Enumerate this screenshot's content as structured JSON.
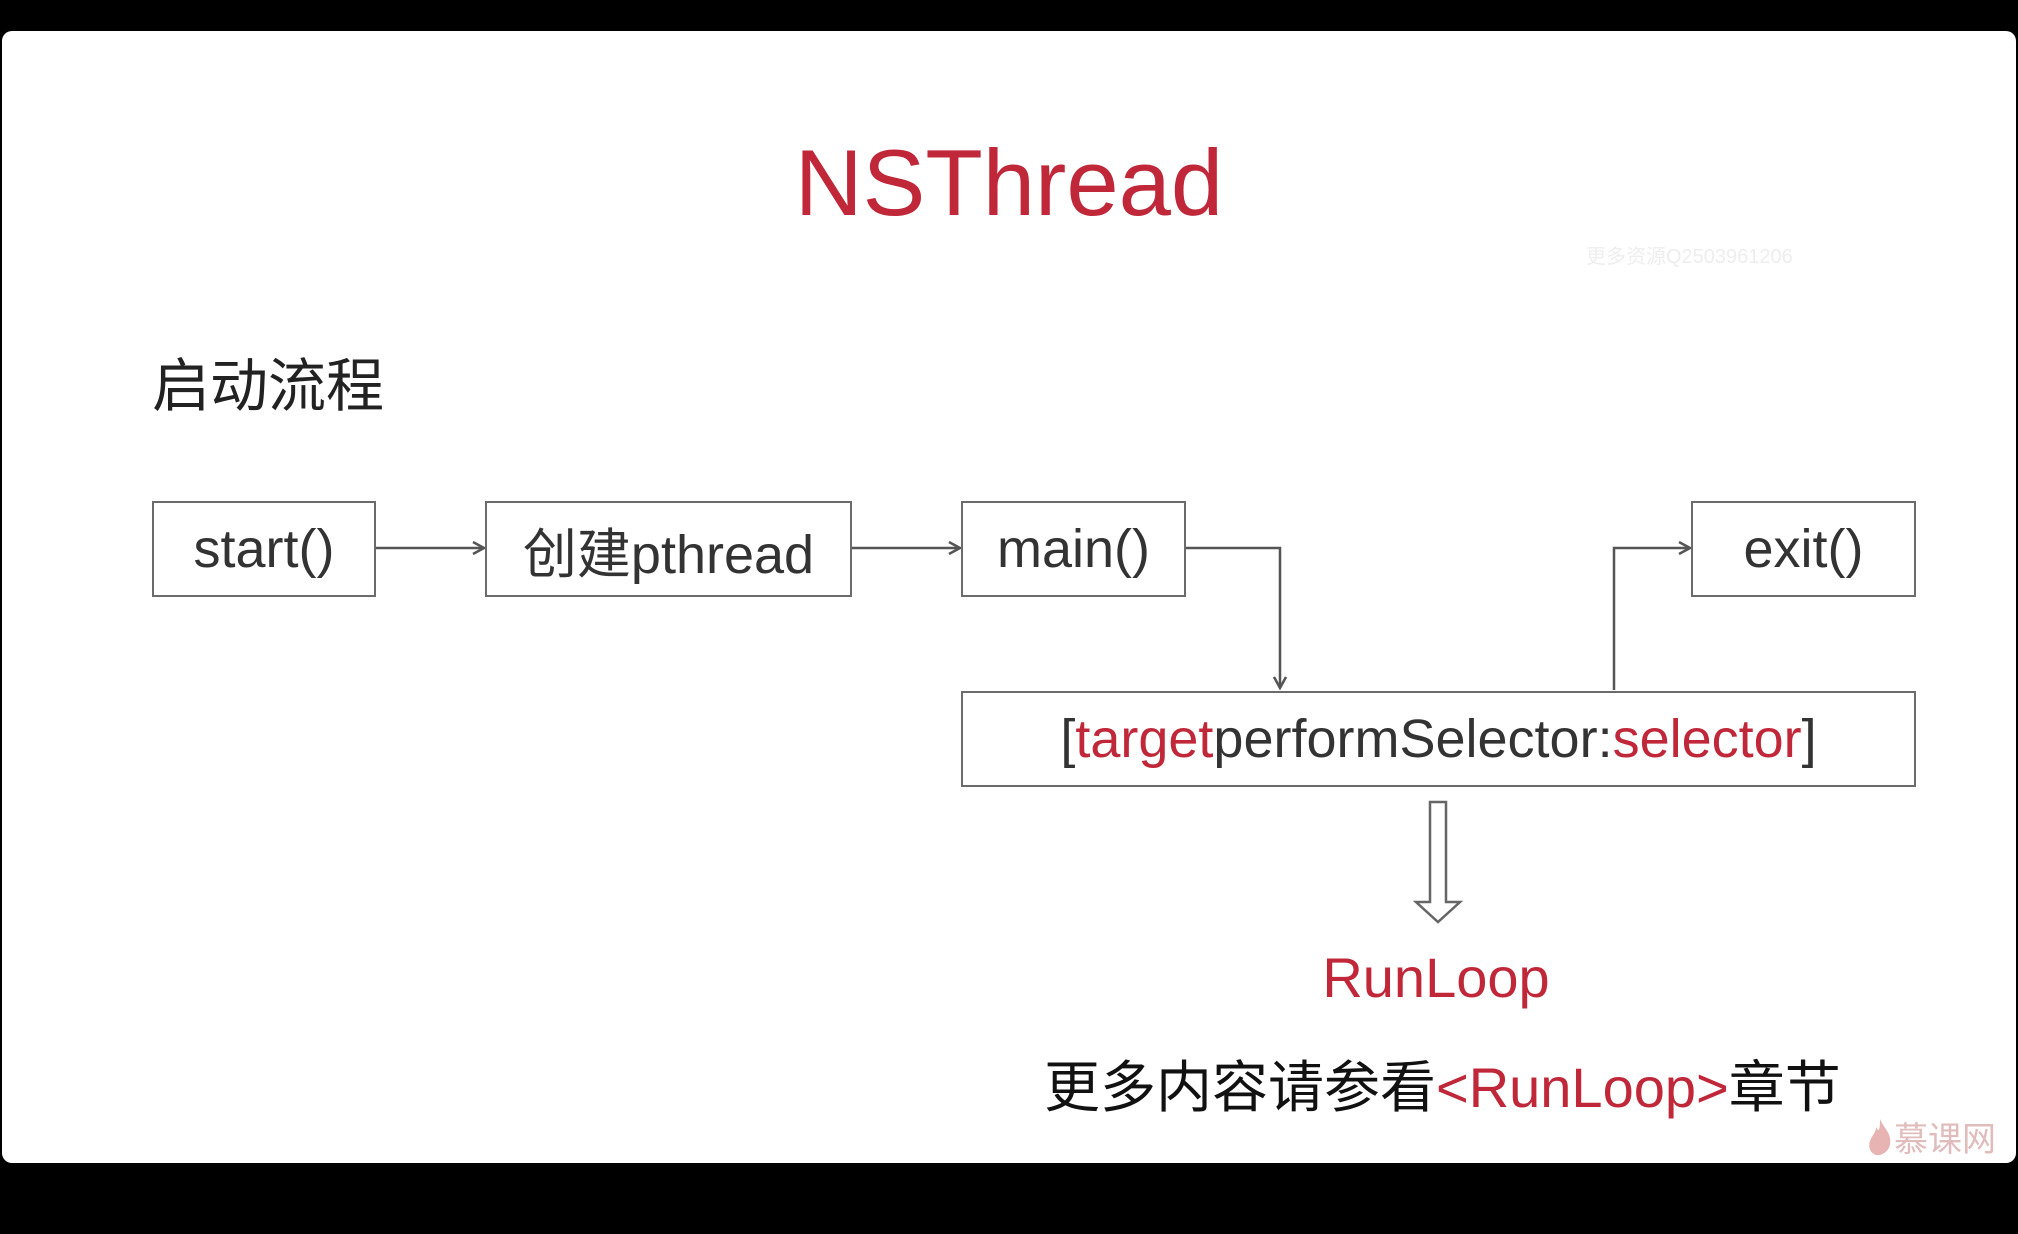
{
  "title": "NSThread",
  "watermark": "更多资源Q2503961206",
  "section_title": "启动流程",
  "flow": {
    "start": "start()",
    "create": "创建pthread",
    "main": "main()",
    "exit": "exit()",
    "perform": {
      "open": "[",
      "target": "target",
      "method": " performSelector:",
      "selector": "selector",
      "close": "]"
    }
  },
  "runloop": "RunLoop",
  "note": {
    "prefix": "更多内容请参看",
    "link": "<RunLoop>",
    "suffix": "章节"
  },
  "logo": "慕课网",
  "colors": {
    "accent": "#c0283a",
    "border": "#6b6b6b",
    "text": "#333333"
  }
}
